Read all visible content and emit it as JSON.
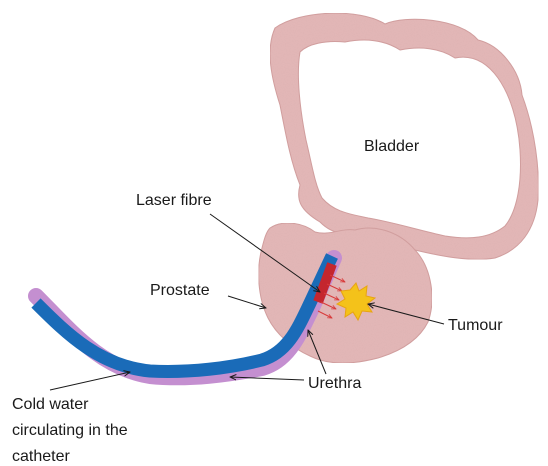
{
  "labels": {
    "bladder": "Bladder",
    "laser_fibre": "Laser fibre",
    "prostate": "Prostate",
    "tumour": "Tumour",
    "urethra": "Urethra",
    "cold_water_line1": "Cold water",
    "cold_water_line2": "circulating in the",
    "cold_water_line3": "catheter"
  },
  "colors": {
    "tissue": "#e4b8b8",
    "tissue_edge": "#d29e9e",
    "catheter": "#1a6bb8",
    "catheter_sheath": "#c48fd0",
    "laser_fibre": "#c4262e",
    "laser_rays": "#d83a3a",
    "tumour": "#f4c21a",
    "tumour_edge": "#e8a412",
    "pointer": "#1a1a1a"
  }
}
